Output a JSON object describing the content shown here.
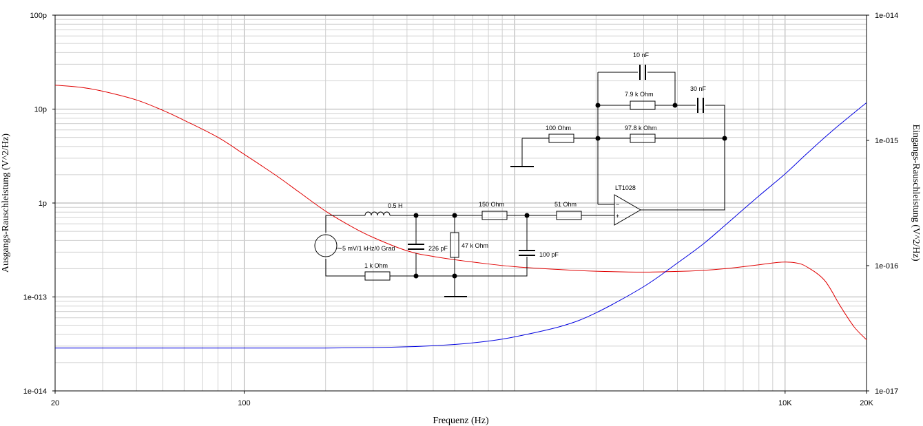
{
  "chart_data": {
    "type": "line",
    "title": "",
    "xlabel": "Frequenz (Hz)",
    "ylabel_left": "Ausgangs-Rauschleistung (V^2/Hz)",
    "ylabel_right": "Eingangs-Rauschleistung (V^2/Hz)",
    "x_scale": "log",
    "xlim": [
      20,
      20000
    ],
    "x_tick_labels": [
      {
        "value": 20,
        "label": "20"
      },
      {
        "value": 100,
        "label": "100"
      },
      {
        "value": 10000,
        "label": "10K"
      },
      {
        "value": 20000,
        "label": "20K"
      }
    ],
    "y_left_scale": "log",
    "y_left_lim": [
      1e-14,
      1e-10
    ],
    "y_left_tick_labels": [
      {
        "value": 1e-10,
        "label": "100p"
      },
      {
        "value": 1e-11,
        "label": "10p"
      },
      {
        "value": 1e-12,
        "label": "1p"
      },
      {
        "value": 1e-13,
        "label": "1e-013"
      },
      {
        "value": 1e-14,
        "label": "1e-014"
      }
    ],
    "y_right_scale": "log",
    "y_right_lim": [
      1e-17,
      1e-14
    ],
    "y_right_tick_labels": [
      {
        "value": 1e-14,
        "label": "1e-014"
      },
      {
        "value": 1e-15,
        "label": "1e-015"
      },
      {
        "value": 1e-16,
        "label": "1e-016"
      },
      {
        "value": 1e-17,
        "label": "1e-017"
      }
    ],
    "grid": true,
    "series": [
      {
        "color": "#e00000",
        "axis": "left",
        "x": [
          20,
          25,
          30,
          40,
          50,
          60,
          80,
          100,
          130,
          160,
          200,
          250,
          300,
          400,
          500,
          700,
          1000,
          1500,
          2000,
          3000,
          4000,
          5000,
          6000,
          7000,
          8000,
          9000,
          10000,
          11000,
          12000,
          14000,
          16000,
          18000,
          20000
        ],
        "y": [
          1.8e-11,
          1.7e-11,
          1.55e-11,
          1.25e-11,
          9.7e-12,
          7.6e-12,
          5e-12,
          3.3e-12,
          2e-12,
          1.3e-12,
          8.2e-13,
          5.6e-13,
          4.3e-13,
          3.1e-13,
          2.7e-13,
          2.35e-13,
          2.1e-13,
          1.95e-13,
          1.88e-13,
          1.84e-13,
          1.87e-13,
          1.92e-13,
          2e-13,
          2.1e-13,
          2.2e-13,
          2.3e-13,
          2.35e-13,
          2.3e-13,
          2.1e-13,
          1.5e-13,
          8e-14,
          4.8e-14,
          3.5e-14
        ]
      },
      {
        "color": "#0000e0",
        "axis": "right",
        "x": [
          20,
          50,
          100,
          200,
          300,
          400,
          600,
          800,
          1000,
          1500,
          2000,
          3000,
          4000,
          5000,
          6000,
          8000,
          10000,
          12000,
          15000,
          20000
        ],
        "y": [
          2.2e-17,
          2.2e-17,
          2.2e-17,
          2.2e-17,
          2.22e-17,
          2.25e-17,
          2.35e-17,
          2.5e-17,
          2.7e-17,
          3.3e-17,
          4.2e-17,
          6.8e-17,
          1.05e-16,
          1.5e-16,
          2.1e-16,
          3.6e-16,
          5.4e-16,
          7.8e-16,
          1.2e-15,
          2e-15
        ]
      }
    ]
  },
  "schematic": {
    "inductor": "0.5 H",
    "source": "5 mV/1 kHz/0 Grad",
    "cap_226": "226 pF",
    "res_47k": "47 k Ohm",
    "res_150": "150  Ohm",
    "res_51": "51  Ohm",
    "cap_100p": "100 pF",
    "res_1k": "1 k Ohm",
    "opamp": "LT1028",
    "res_100": "100  Ohm",
    "res_97k8": "97.8 k Ohm",
    "res_7k9": "7.9 k Ohm",
    "cap_10n": "10 nF",
    "cap_30n": "30 nF",
    "minus_sign": "−",
    "plus_sign": "+",
    "source_glyph": "~"
  }
}
